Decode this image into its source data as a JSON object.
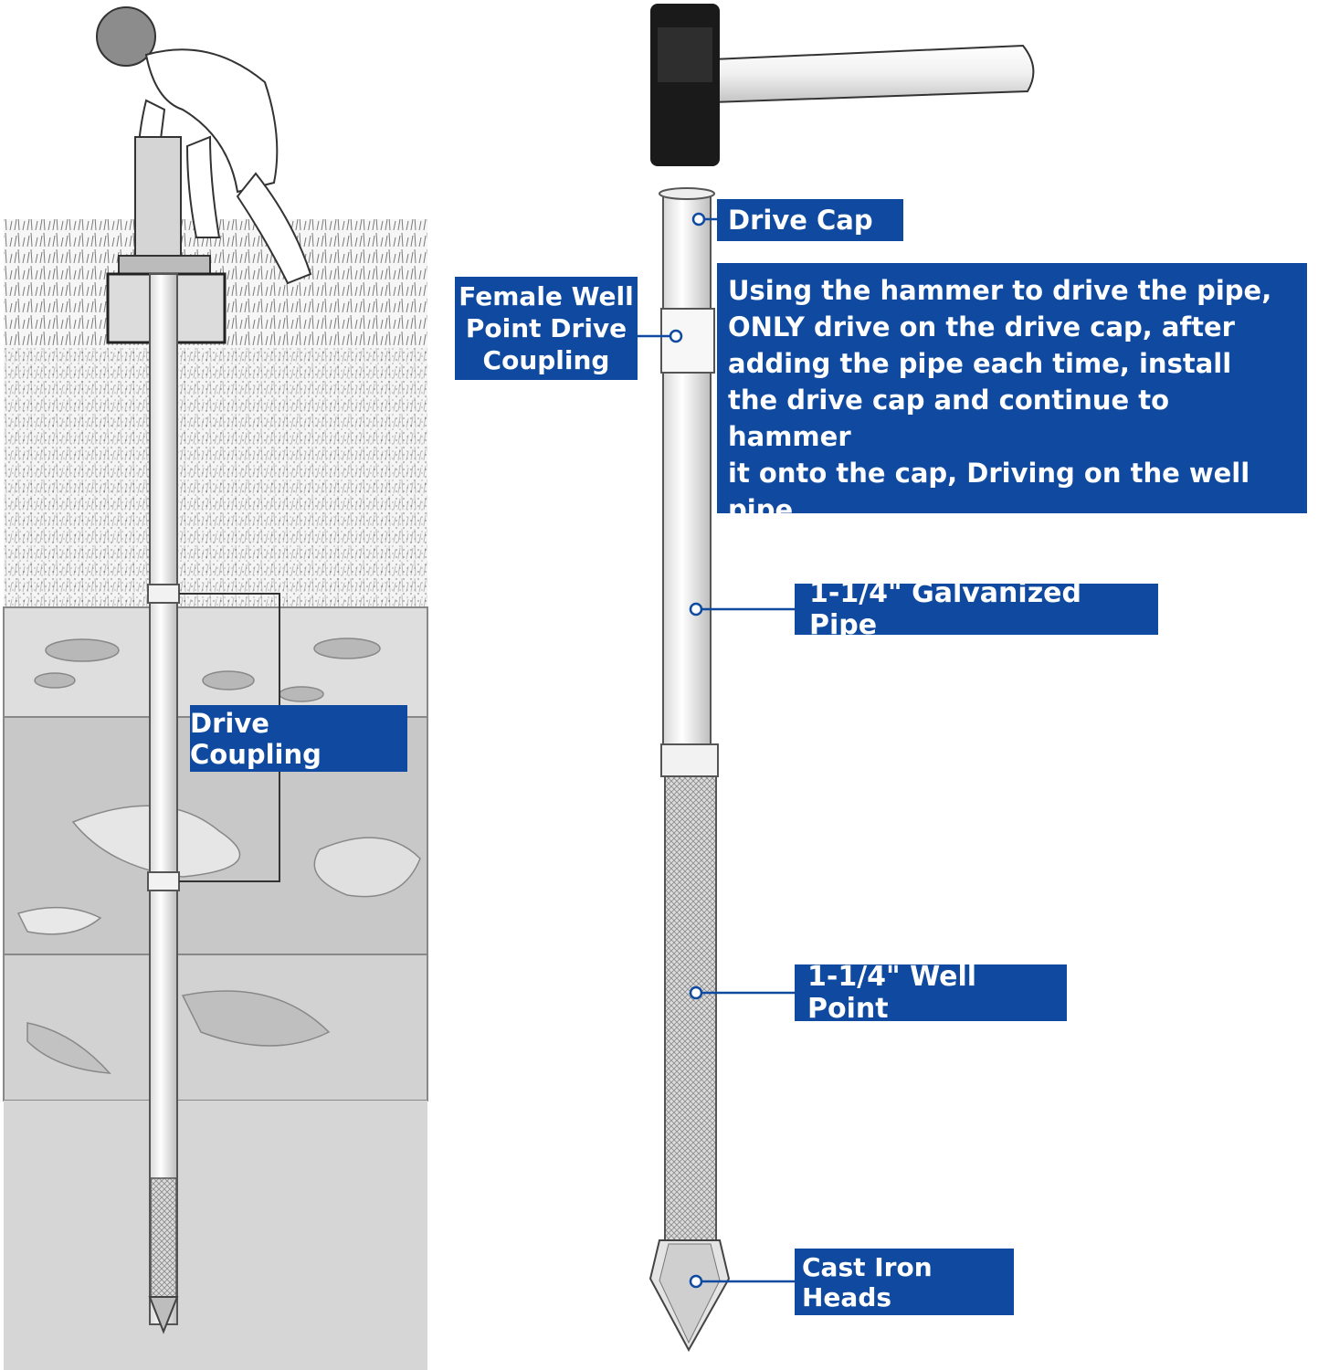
{
  "labels": {
    "drive_cap": "Drive Cap",
    "female_coupling": "Female Well\nPoint Drive\nCoupling",
    "instructions": "Using the hammer to drive the pipe,\nONLY drive on the drive cap, after\nadding the pipe each time, install\nthe drive cap and continue to hammer\nit onto the cap, Driving on the well pipe\nor drive coupling will damage them.)",
    "galvanized_pipe": "1-1/4\" Galvanized Pipe",
    "well_point": "1-1/4\" Well Point",
    "cast_iron_heads": "Cast Iron Heads",
    "drive_coupling": "Drive Coupling"
  },
  "colors": {
    "label_background": "#0f4aa0",
    "label_text": "#ffffff",
    "hammer_head": "#1a1a1a",
    "soil_gray": "#c8c8c8"
  }
}
